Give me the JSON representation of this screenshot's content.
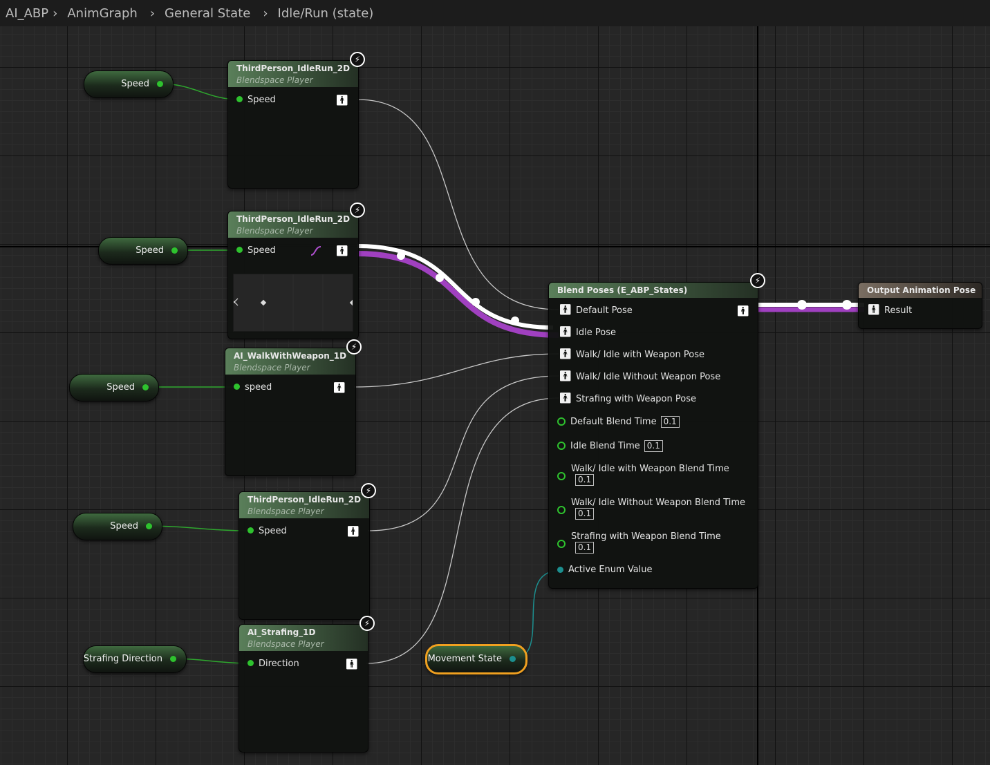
{
  "breadcrumb": [
    "AI_ABP",
    "AnimGraph",
    "General State",
    "Idle/Run (state)"
  ],
  "variables": {
    "v1": "Speed",
    "v2": "Speed",
    "v3": "Speed",
    "v4": "Speed",
    "v5": "Strafing Direction",
    "movement_state": "Movement State"
  },
  "blendspaces": [
    {
      "title": "ThirdPerson_IdleRun_2D",
      "subtitle": "Blendspace Player",
      "pin": "Speed"
    },
    {
      "title": "ThirdPerson_IdleRun_2D",
      "subtitle": "Blendspace Player",
      "pin": "Speed"
    },
    {
      "title": "AI_WalkWithWeapon_1D",
      "subtitle": "Blendspace Player",
      "pin": "speed"
    },
    {
      "title": "ThirdPerson_IdleRun_2D",
      "subtitle": "Blendspace Player",
      "pin": "Speed"
    },
    {
      "title": "AI_Strafing_1D",
      "subtitle": "Blendspace Player",
      "pin": "Direction"
    }
  ],
  "blend_poses": {
    "title": "Blend Poses (E_ABP_States)",
    "pose_pins": [
      "Default Pose",
      "Idle Pose",
      "Walk/ Idle with Weapon Pose",
      "Walk/ Idle Without Weapon Pose",
      "Strafing with Weapon Pose"
    ],
    "time_pins": [
      {
        "label": "Default Blend Time",
        "value": "0.1"
      },
      {
        "label": "Idle Blend Time",
        "value": "0.1"
      },
      {
        "label": "Walk/ Idle with Weapon Blend Time",
        "value": "0.1"
      },
      {
        "label": "Walk/ Idle Without Weapon Blend Time",
        "value": "0.1"
      },
      {
        "label": "Strafing with Weapon Blend Time",
        "value": "0.1"
      }
    ],
    "enum_pin": "Active Enum Value"
  },
  "output": {
    "title": "Output Animation Pose",
    "pin": "Result"
  },
  "colors": {
    "exec_pin": "#2ec22e",
    "enum_pin": "#1c8f8f",
    "active_wire": "#ffffff",
    "active_wire_shadow": "#a040c0",
    "selection_outline": "#f0a020",
    "output_header": "#6e6358"
  },
  "icons": [
    "lightning-bolt-icon",
    "pose-person-icon",
    "breadcrumb-chevron-icon",
    "timeline-curve-icon"
  ]
}
